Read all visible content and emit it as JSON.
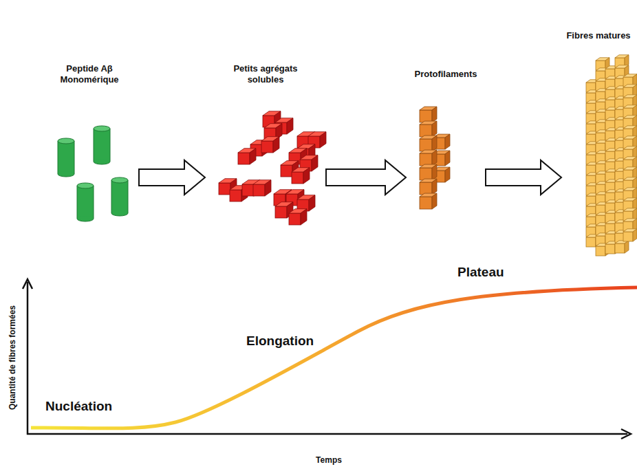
{
  "diagram": {
    "nodes": [
      {
        "text": [
          "Peptide Aβ Monomérique"
        ]
      },
      {
        "text": [
          "Petits agrégats solubles"
        ]
      },
      {
        "text": [
          "Protofilaments"
        ]
      },
      {
        "text": [
          "Fibres matures"
        ]
      }
    ],
    "edges": [
      {
        "from": 0,
        "to": 1,
        "arrow": "to"
      },
      {
        "from": 1,
        "to": 2,
        "arrow": "to"
      },
      {
        "from": 2,
        "to": 3,
        "arrow": "to"
      }
    ],
    "labels": [
      "Nucléation",
      "Elongation",
      "Plateau",
      "Quantité de fibres formées",
      "Temps"
    ]
  }
}
